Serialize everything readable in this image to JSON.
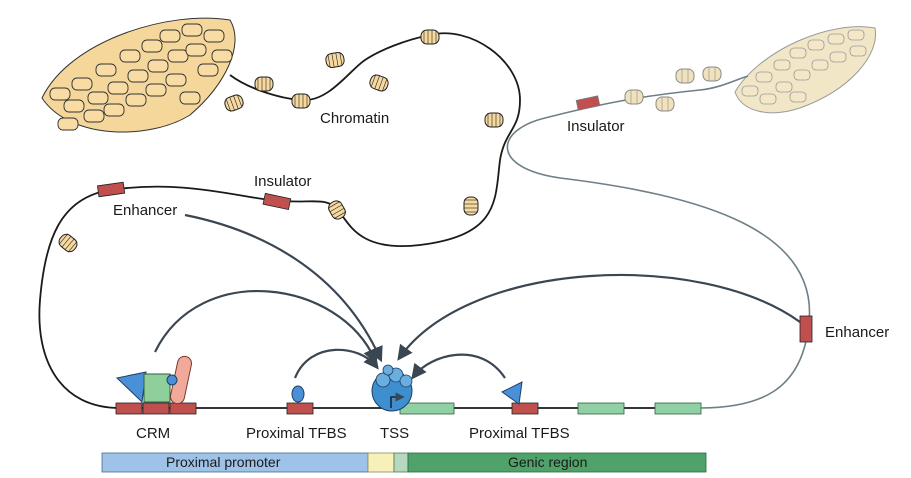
{
  "labels": {
    "chromatin": "Chromatin",
    "insulator_top": "Insulator",
    "insulator_mid": "Insulator",
    "enhancer_left": "Enhancer",
    "enhancer_right": "Enhancer",
    "crm": "CRM",
    "proximal_tfbs_left": "Proximal TFBS",
    "tss": "TSS",
    "proximal_tfbs_right": "Proximal TFBS"
  },
  "bar": {
    "proximal_promoter": "Proximal promoter",
    "genic_region": "Genic region"
  },
  "colors": {
    "nucleosome": "#f7d9a0",
    "element_red": "#c0504d",
    "exon_green": "#5fae7a",
    "promoter_blue": "#9fc3e8",
    "genic_green": "#4fa36a",
    "tss_yellow": "#f7f0b8",
    "polymerase_blue": "#3e8fd0",
    "arrow": "#3a4651"
  }
}
